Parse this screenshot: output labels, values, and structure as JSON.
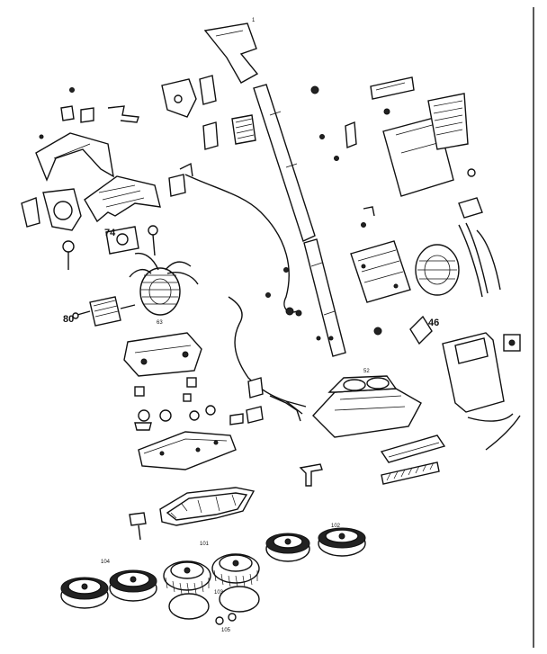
{
  "diagram": {
    "callouts_large": [
      "74",
      "80",
      "46"
    ],
    "wheel_labels": [
      "101",
      "102",
      "103",
      "104",
      "105"
    ],
    "nozzle_label": "52",
    "motor_label": "63",
    "handle_label": "1"
  }
}
